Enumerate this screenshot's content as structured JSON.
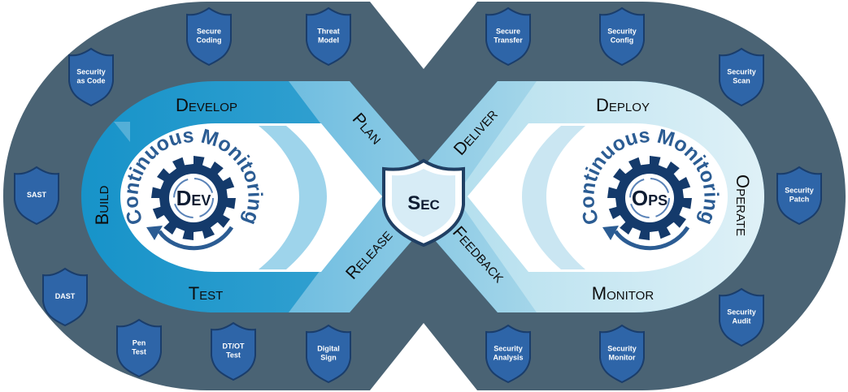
{
  "colors": {
    "ring": "#4a6374",
    "shield": "#2e65a8",
    "shield_border": "#1a3d6b",
    "dev_dark": "#1a97cc",
    "ops_light": "#cdeaf2",
    "gear": "#143a6b",
    "text_blue": "#2b5c93"
  },
  "shields": [
    {
      "icon": "shield-icon",
      "lines": [
        "Secure",
        "Coding"
      ]
    },
    {
      "icon": "shield-icon",
      "lines": [
        "Threat",
        "Model"
      ]
    },
    {
      "icon": "shield-icon",
      "lines": [
        "Secure",
        "Transfer"
      ]
    },
    {
      "icon": "shield-icon",
      "lines": [
        "Security",
        "Config"
      ]
    },
    {
      "icon": "shield-icon",
      "lines": [
        "Security",
        "as Code"
      ]
    },
    {
      "icon": "shield-icon",
      "lines": [
        "Security",
        "Scan"
      ]
    },
    {
      "icon": "shield-icon",
      "lines": [
        "SAST"
      ]
    },
    {
      "icon": "shield-icon",
      "lines": [
        "Security",
        "Patch"
      ]
    },
    {
      "icon": "shield-icon",
      "lines": [
        "DAST"
      ]
    },
    {
      "icon": "shield-icon",
      "lines": [
        "Security",
        "Audit"
      ]
    },
    {
      "icon": "shield-icon",
      "lines": [
        "Pen",
        "Test"
      ]
    },
    {
      "icon": "shield-icon",
      "lines": [
        "DT/OT",
        "Test"
      ]
    },
    {
      "icon": "shield-icon",
      "lines": [
        "Digital",
        "Sign"
      ]
    },
    {
      "icon": "shield-icon",
      "lines": [
        "Security",
        "Analysis"
      ]
    },
    {
      "icon": "shield-icon",
      "lines": [
        "Security",
        "Monitor"
      ]
    }
  ],
  "phases": {
    "develop": "Develop",
    "build": "Build",
    "test": "Test",
    "plan": "Plan",
    "release": "Release",
    "deliver": "Deliver",
    "feedback": "Feedback",
    "deploy": "Deploy",
    "operate": "Operate",
    "monitor": "Monitor"
  },
  "centers": {
    "dev": "Dev",
    "ops": "Ops",
    "sec": "Sec",
    "continuous_monitoring": "Continuous Monitoring"
  }
}
